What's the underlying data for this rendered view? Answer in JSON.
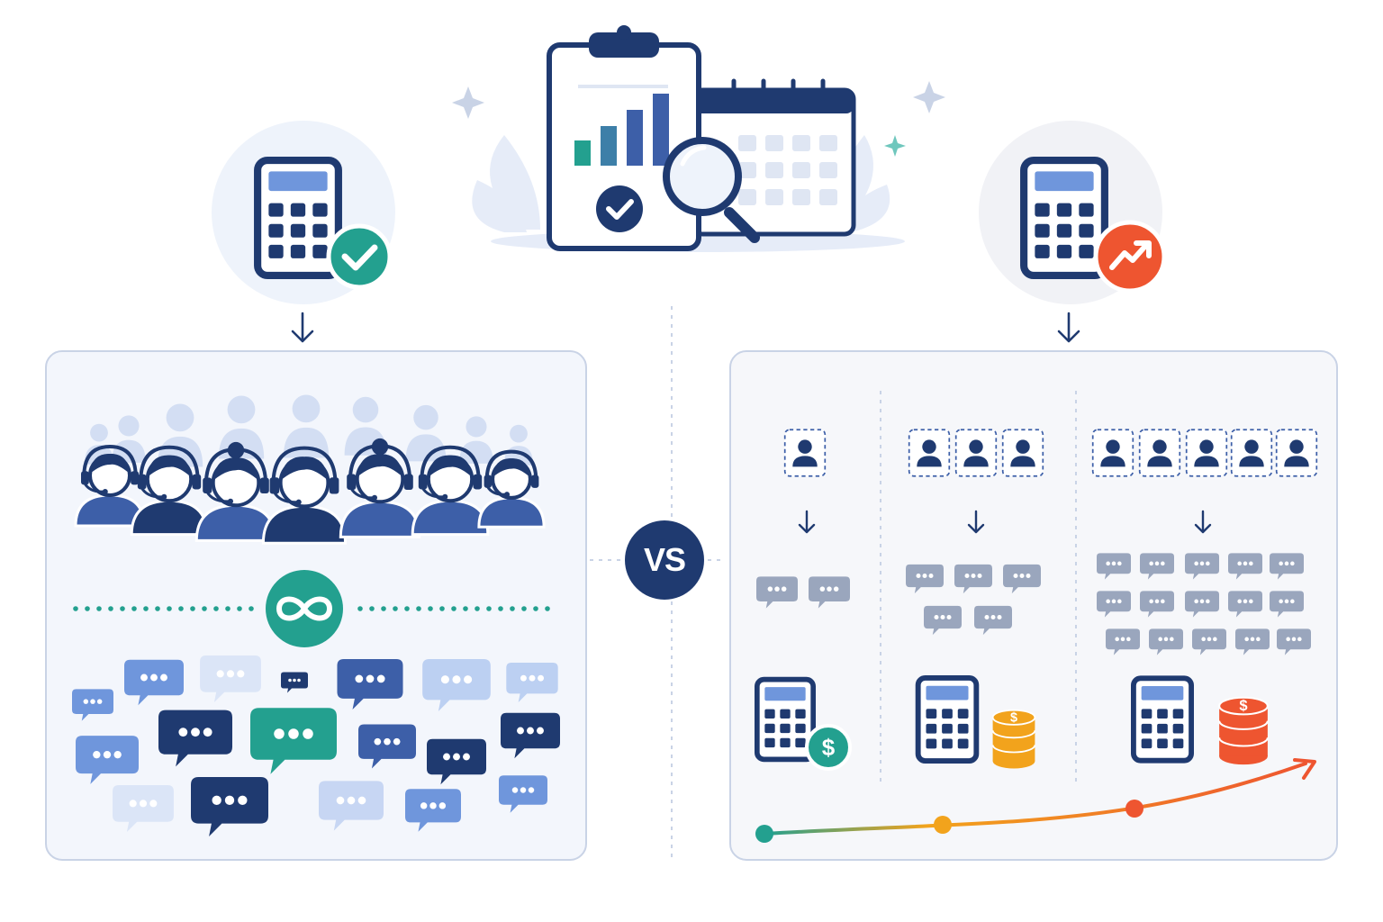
{
  "vs_label": "VS",
  "colors": {
    "navy": "#1f3a70",
    "blue": "#3d5fa8",
    "light_blue": "#6f96dc",
    "pale_blue": "#bcd0f2",
    "teal": "#23a08f",
    "orange": "#f2a31c",
    "red_orange": "#ee5530",
    "gray_bubble": "#9aa6bd",
    "panel_left_bg": "#f3f6fc",
    "panel_right_bg": "#f6f7fa",
    "panel_border": "#c9d3e6"
  },
  "icons": {
    "left_badge": "check-icon",
    "right_badge": "trend-up-icon",
    "center_badge": "infinity-icon",
    "cost_small": "dollar-icon",
    "cost_medium": "coin-stack-icon",
    "cost_large": "coin-stack-icon"
  },
  "scenarios": {
    "left": {
      "calculator": "flat-rate",
      "agents": 7,
      "messages": "unlimited"
    },
    "right_tiers": [
      {
        "agents": 1,
        "messages": 2,
        "cost_level": 1
      },
      {
        "agents": 3,
        "messages": 5,
        "cost_level": 2
      },
      {
        "agents": 5,
        "messages": 15,
        "cost_level": 3
      }
    ]
  }
}
